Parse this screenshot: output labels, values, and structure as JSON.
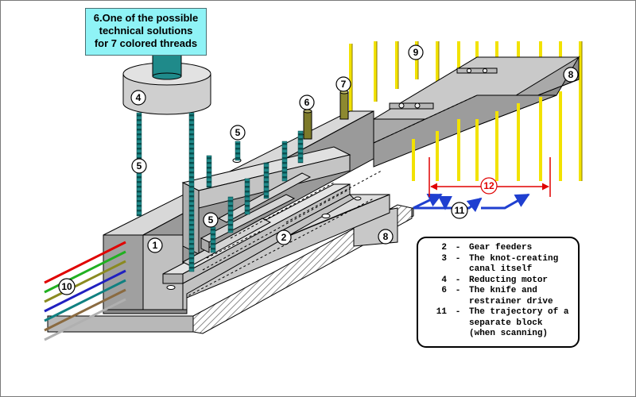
{
  "caption": {
    "line1": "6.One of the possible",
    "line2": "technical solutions",
    "line3": "for 7 colored threads"
  },
  "labels": {
    "l1": "1",
    "l2": "2",
    "l4": "4",
    "l5a": "5",
    "l5b": "5",
    "l5c": "5",
    "l6": "6",
    "l7": "7",
    "l8a": "8",
    "l8b": "8",
    "l9": "9",
    "l10": "10",
    "l11": "11",
    "l12": "12"
  },
  "legend": [
    {
      "num": "2",
      "text": "Gear feeders"
    },
    {
      "num": "3",
      "text": "The knot-creating canal itself"
    },
    {
      "num": "4",
      "text": "Reducting motor"
    },
    {
      "num": "6",
      "text": "The knife and restrainer drive"
    },
    {
      "num": "11",
      "text": "The trajectory of a separate block (when scanning)"
    }
  ],
  "colors": {
    "caption_bg": "#8ff3f6",
    "body_gray": "#c8c8c8",
    "body_dark": "#9a9a9a",
    "threads_yellow": "#f2e200",
    "screw_teal": "#1f8a8a",
    "arrow_blue": "#1f3fd0",
    "dim_red": "#e00000",
    "thread_colors": [
      "#e00000",
      "#20b020",
      "#8a8a20",
      "#2020c0",
      "#108080",
      "#8a6a40",
      "#b0b0b0"
    ]
  }
}
